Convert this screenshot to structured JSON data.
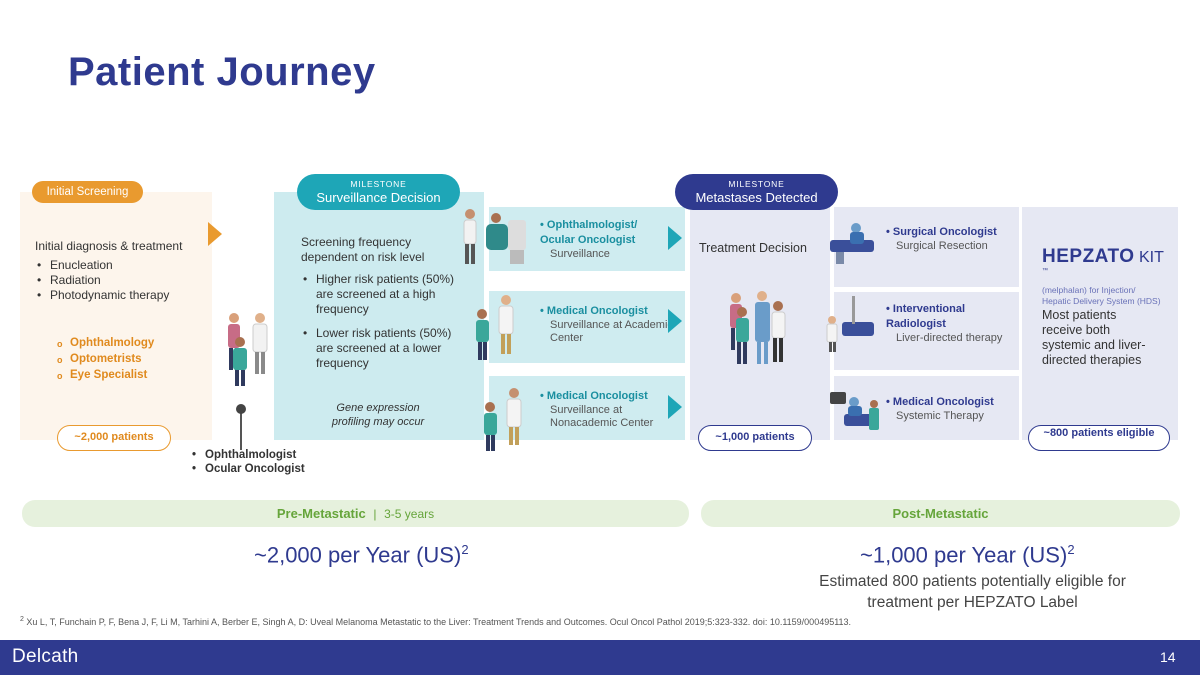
{
  "title": "Patient Journey",
  "initial": {
    "pill": "Initial Screening",
    "heading": "Initial diagnosis & treatment",
    "treatments": [
      "Enucleation",
      "Radiation",
      "Photodynamic therapy"
    ],
    "specialists": [
      "Ophthalmology",
      "Optometrists",
      "Eye Specialist"
    ],
    "count": "~2,000 patients",
    "referrers": [
      "Ophthalmologist",
      "Ocular Oncologist"
    ]
  },
  "surveillance": {
    "milestone_label": "MILESTONE",
    "milestone_name": "Surveillance Decision",
    "text": "Screening frequency dependent on risk level",
    "bullets": [
      "Higher risk patients (50%) are screened at a high frequency",
      "Lower risk patients (50%) are screened at a lower frequency"
    ],
    "gene_note": "Gene expression profiling may occur"
  },
  "paths": [
    {
      "role": "Ophthalmologist/ Ocular Oncologist",
      "setting": "Surveillance"
    },
    {
      "role": "Medical Oncologist",
      "setting": "Surveillance at Academic Center"
    },
    {
      "role": "Medical Oncologist",
      "setting": "Surveillance at Nonacademic Center"
    }
  ],
  "metastases": {
    "milestone_label": "MILESTONE",
    "milestone_name": "Metastases Detected",
    "decision": "Treatment Decision",
    "count": "~1,000 patients"
  },
  "treatments": [
    {
      "role": "Surgical Oncologist",
      "therapy": "Surgical Resection"
    },
    {
      "role": "Interventional Radiologist",
      "therapy": "Liver-directed therapy"
    },
    {
      "role": "Medical Oncologist",
      "therapy": "Systemic Therapy"
    }
  ],
  "hepzato": {
    "brand": "HEPZATO",
    "kit": "KIT",
    "tm": "™",
    "sub1": "(melphalan) for Injection/",
    "sub2": "Hepatic Delivery System (HDS)",
    "note": "Most patients receive both systemic and liver-directed therapies",
    "count": "~800 patients eligible"
  },
  "phases": {
    "pre_label": "Pre-Metastatic",
    "separator": "|",
    "pre_duration": "3-5 years",
    "post_label": "Post-Metastatic"
  },
  "totals": {
    "pre": "~2,000 per Year (US)",
    "pre_sup": "2",
    "post": "~1,000 per Year (US)",
    "post_sup": "2",
    "post_note": "Estimated 800 patients potentially eligible for treatment per HEPZATO Label"
  },
  "footnote": {
    "marker": "2",
    "text": "Xu L, T, Funchain P, F, Bena J, F, Li M, Tarhini A, Berber E, Singh A, D: Uveal Melanoma Metastatic to the Liver: Treatment Trends and Outcomes. Ocul Oncol Pathol 2019;5:323-332. doi: 10.1159/000495113."
  },
  "footer": {
    "logo": "Delcath",
    "page_number": "14"
  },
  "colors": {
    "navy": "#2f3a8f",
    "teal": "#1ea6b7",
    "orange": "#e99a2f",
    "green": "#66a53b"
  }
}
